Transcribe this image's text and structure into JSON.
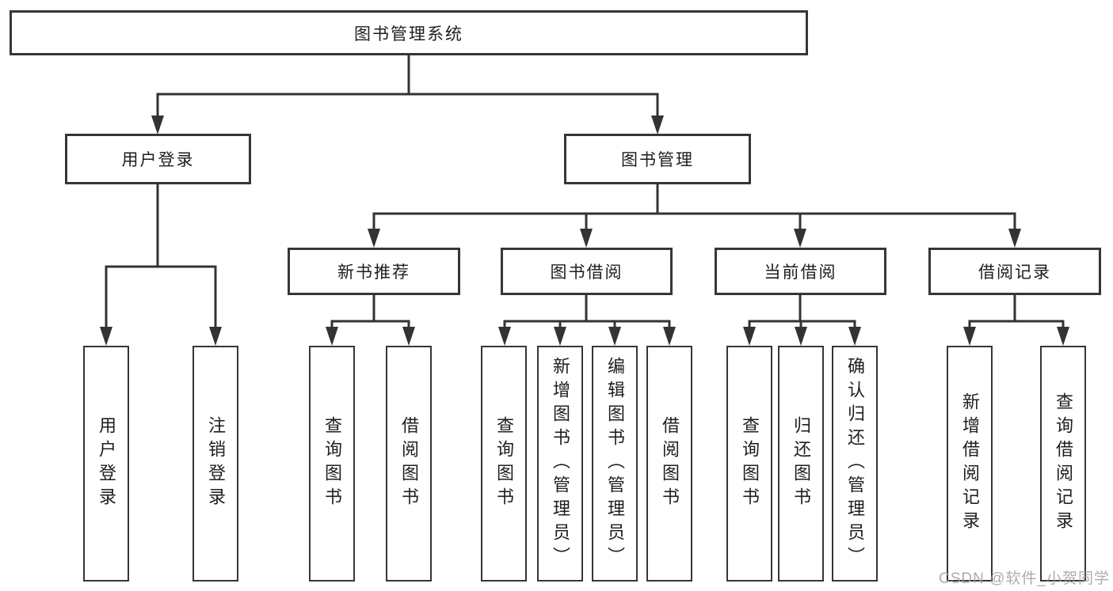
{
  "diagram": {
    "type": "tree",
    "title": "图书管理系统",
    "colors": {
      "line": "#333333",
      "box_border": "#363636",
      "text": "#1e1e1e",
      "background": "#ffffff",
      "watermark": "#9e9e9e"
    },
    "nodes": {
      "root": {
        "label": "图书管理系统"
      },
      "level2": [
        {
          "label": "用户登录"
        },
        {
          "label": "图书管理"
        }
      ],
      "level3": [
        {
          "label": "新书推荐"
        },
        {
          "label": "图书借阅"
        },
        {
          "label": "当前借阅"
        },
        {
          "label": "借阅记录"
        }
      ],
      "leaves": [
        {
          "label": "用户登录"
        },
        {
          "label": "注销登录"
        },
        {
          "label": "查询图书"
        },
        {
          "label": "借阅图书"
        },
        {
          "label": "查询图书"
        },
        {
          "label": "新增图书（管理员）"
        },
        {
          "label": "编辑图书（管理员）"
        },
        {
          "label": "借阅图书"
        },
        {
          "label": "查询图书"
        },
        {
          "label": "归还图书"
        },
        {
          "label": "确认归还（管理员）"
        },
        {
          "label": "新增借阅记录"
        },
        {
          "label": "查询借阅记录"
        }
      ]
    },
    "hierarchy": {
      "图书管理系统": [
        "用户登录",
        "图书管理"
      ],
      "用户登录": [
        "用户登录",
        "注销登录"
      ],
      "图书管理": [
        "新书推荐",
        "图书借阅",
        "当前借阅",
        "借阅记录"
      ],
      "新书推荐": [
        "查询图书",
        "借阅图书"
      ],
      "图书借阅": [
        "查询图书",
        "新增图书（管理员）",
        "编辑图书（管理员）",
        "借阅图书"
      ],
      "当前借阅": [
        "查询图书",
        "归还图书",
        "确认归还（管理员）"
      ],
      "借阅记录": [
        "新增借阅记录",
        "查询借阅记录"
      ]
    },
    "watermark": {
      "text": "CSDN @软件_小贺同学"
    }
  }
}
